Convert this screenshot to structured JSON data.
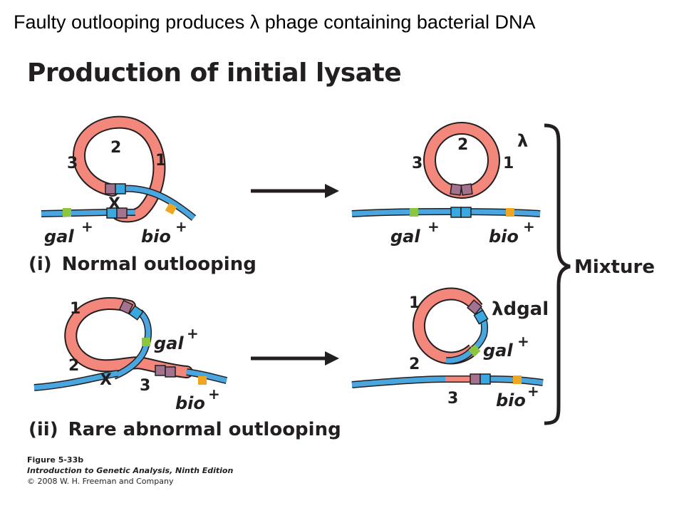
{
  "slide_title": "Faulty outlooping produces λ phage containing bacterial DNA",
  "figure_heading": "Production of initial lysate",
  "sections": {
    "normal": {
      "num": "(i)",
      "label": "Normal outlooping"
    },
    "abnormal": {
      "num": "(ii)",
      "label": "Rare abnormal outlooping"
    }
  },
  "labels": {
    "n1": "1",
    "n2": "2",
    "n3": "3",
    "gal": "gal",
    "bio": "bio",
    "plus": "+",
    "lambda": "λ",
    "lambda_dgal": "λdgal",
    "mixture": "Mixture",
    "crossover": "X"
  },
  "credit": {
    "figure": "Figure 5-33b",
    "book": "Introduction to Genetic Analysis, Ninth Edition",
    "copyright": "© 2008 W. H. Freeman and Company"
  },
  "colors": {
    "phage_dna": "#f4877c",
    "bacterial_dna": "#4aa6df",
    "att_site_phage": "#a2728f",
    "att_site_bact": "#3aa8e0",
    "gal_marker": "#8cc63f",
    "bio_marker": "#f0a71f",
    "outline": "#231f20"
  }
}
